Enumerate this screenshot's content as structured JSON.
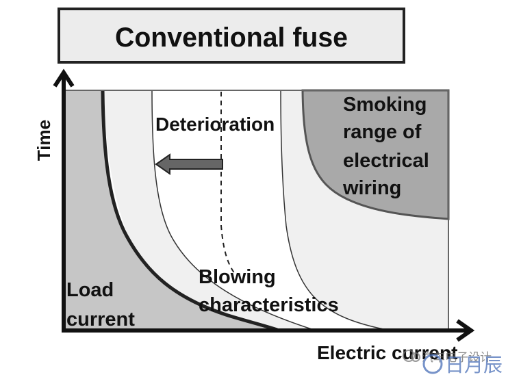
{
  "title": "Conventional fuse",
  "axes": {
    "y_label": "Time",
    "x_label": "Electric current"
  },
  "regions": {
    "load_current": {
      "line1": "Load",
      "line2": "current"
    },
    "smoking_range": {
      "lines": [
        "Smoking",
        "range of",
        "electrical",
        "wiring"
      ]
    }
  },
  "annotations": {
    "deterioration": "Deterioration",
    "blowing_line1": "Blowing",
    "blowing_line2": "characteristics"
  },
  "watermark": {
    "text_cn": "汽车电子设计",
    "brand_cn": "日月辰"
  },
  "colors": {
    "title_fill": "#ececec",
    "load_region": "#c6c6c6",
    "light_band": "#f0f0f0",
    "smoking_region": "#a9a9a9",
    "arrow_fill": "#666666",
    "axis": "#111111"
  }
}
